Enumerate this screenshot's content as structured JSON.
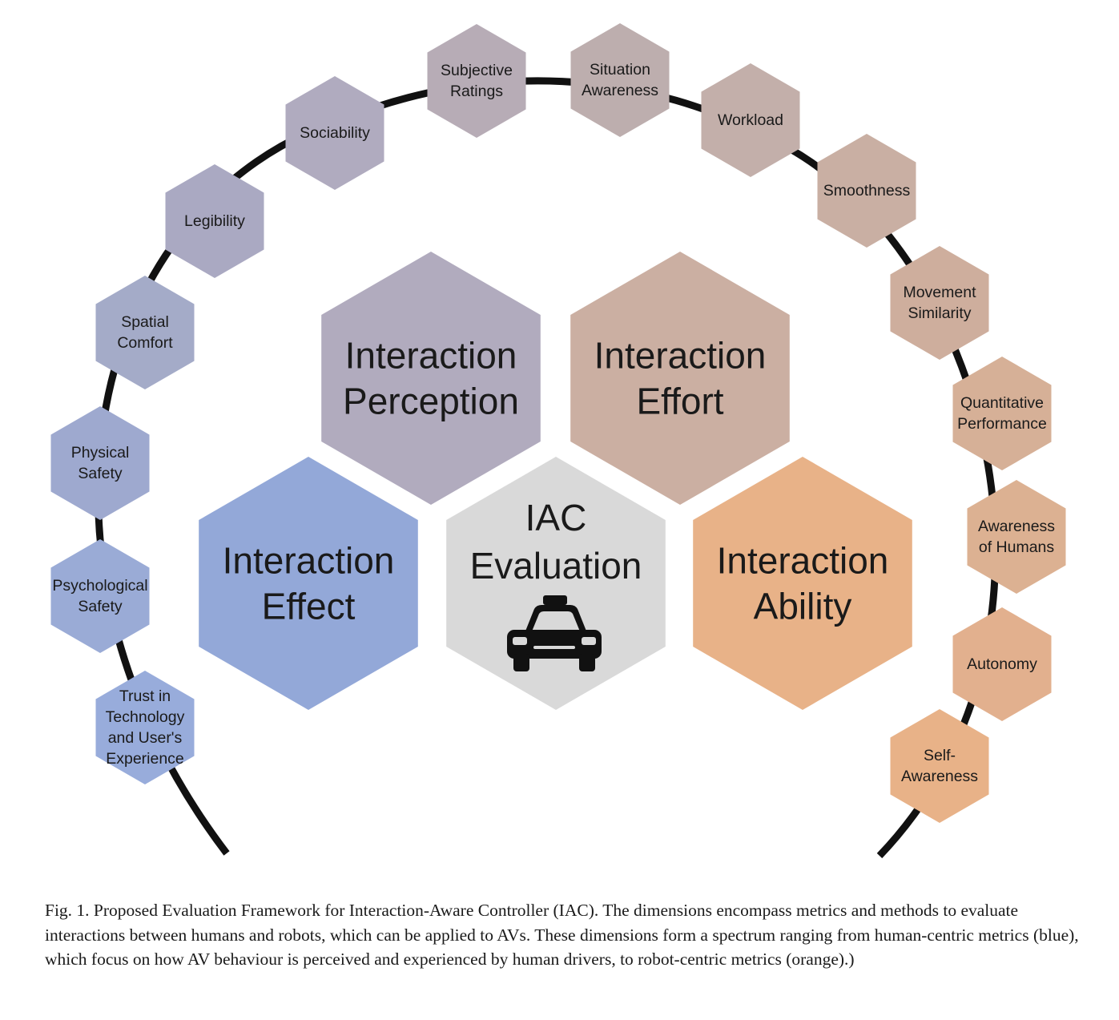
{
  "center": {
    "lines": [
      "IAC",
      "Evaluation"
    ],
    "color": "#d9d9d9",
    "icon": "taxi-icon"
  },
  "dimensions": [
    {
      "key": "perception",
      "lines": [
        "Interaction",
        "Perception"
      ],
      "color": "#b1abbe"
    },
    {
      "key": "effort",
      "lines": [
        "Interaction",
        "Effort"
      ],
      "color": "#cbafa2"
    },
    {
      "key": "effect",
      "lines": [
        "Interaction",
        "Effect"
      ],
      "color": "#93a8d8"
    },
    {
      "key": "ability",
      "lines": [
        "Interaction",
        "Ability"
      ],
      "color": "#e8b288"
    }
  ],
  "metrics": [
    {
      "lines": [
        "Trust in",
        "Technology",
        "and User's",
        "Experience"
      ],
      "color": "#98acdb"
    },
    {
      "lines": [
        "Psychological",
        "Safety"
      ],
      "color": "#9aabd6"
    },
    {
      "lines": [
        "Physical",
        "Safety"
      ],
      "color": "#9ea9cf"
    },
    {
      "lines": [
        "Spatial",
        "Comfort"
      ],
      "color": "#a4abc8"
    },
    {
      "lines": [
        "Legibility"
      ],
      "color": "#aaa9c2"
    },
    {
      "lines": [
        "Sociability"
      ],
      "color": "#b0abbf"
    },
    {
      "lines": [
        "Subjective",
        "Ratings"
      ],
      "color": "#b7acb6"
    },
    {
      "lines": [
        "Situation",
        "Awareness"
      ],
      "color": "#bdaeae"
    },
    {
      "lines": [
        "Workload"
      ],
      "color": "#c3afaa"
    },
    {
      "lines": [
        "Smoothness"
      ],
      "color": "#c9afa3"
    },
    {
      "lines": [
        "Movement",
        "Similarity"
      ],
      "color": "#ceae9d"
    },
    {
      "lines": [
        "Quantitative",
        "Performance"
      ],
      "color": "#d6b097"
    },
    {
      "lines": [
        "Awareness",
        "of Humans"
      ],
      "color": "#dcb192"
    },
    {
      "lines": [
        "Autonomy"
      ],
      "color": "#e2b08e"
    },
    {
      "lines": [
        "Self-",
        "Awareness"
      ],
      "color": "#e8b288"
    }
  ],
  "caption": {
    "text": "Fig. 1.  Proposed Evaluation Framework for Interaction-Aware Controller (IAC). The dimensions encompass metrics and methods to evaluate interactions between humans and robots, which can be applied to AVs. These dimensions form a spectrum ranging from human-centric metrics (blue), which focus on how AV behaviour is perceived and experienced by human drivers, to robot-centric metrics (orange).)"
  }
}
